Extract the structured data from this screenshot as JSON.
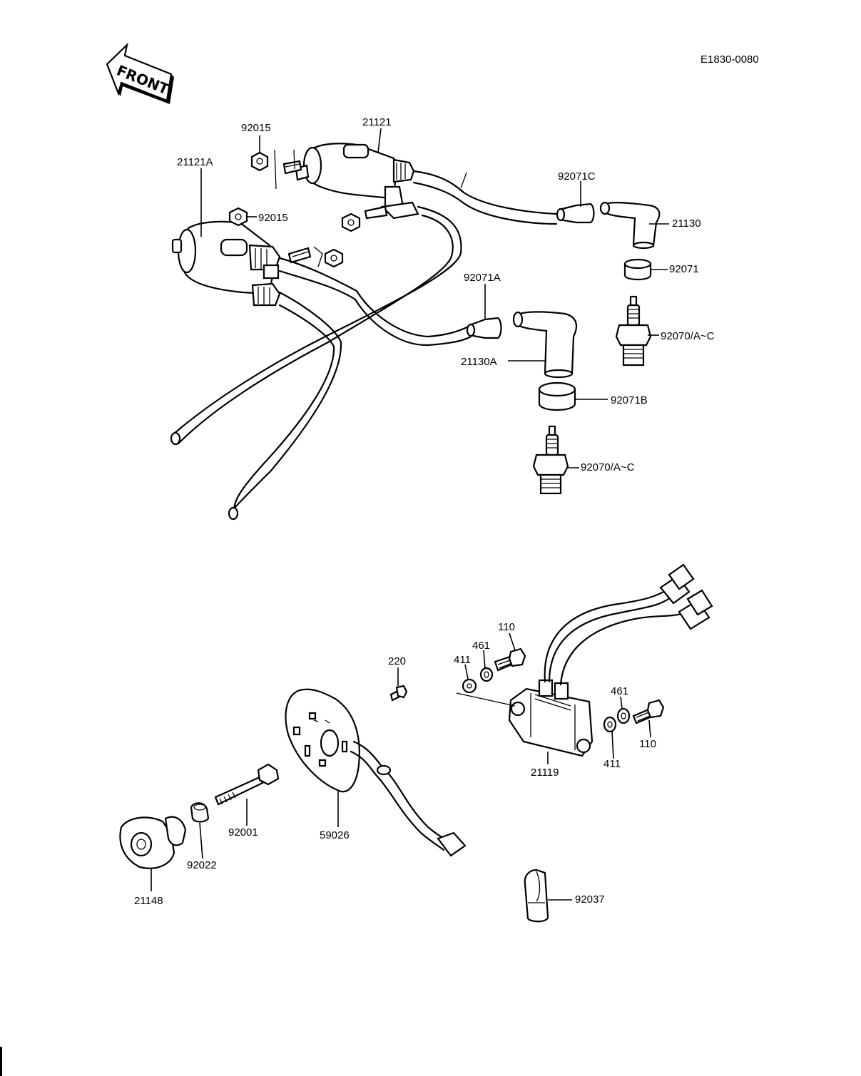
{
  "diagram_code": "E1830-0080",
  "front_label": "FRONT",
  "parts": [
    {
      "key": "p92015a",
      "number": "92015"
    },
    {
      "key": "p21121",
      "number": "21121"
    },
    {
      "key": "p21121A",
      "number": "21121A"
    },
    {
      "key": "p92015b",
      "number": "92015"
    },
    {
      "key": "p92071C",
      "number": "92071C"
    },
    {
      "key": "p21130",
      "number": "21130"
    },
    {
      "key": "p92071",
      "number": "92071"
    },
    {
      "key": "p92071A",
      "number": "92071A"
    },
    {
      "key": "p92070a",
      "number": "92070/A~C"
    },
    {
      "key": "p21130A",
      "number": "21130A"
    },
    {
      "key": "p92071B",
      "number": "92071B"
    },
    {
      "key": "p92070b",
      "number": "92070/A~C"
    },
    {
      "key": "p110a",
      "number": "110"
    },
    {
      "key": "p461a",
      "number": "461"
    },
    {
      "key": "p411a",
      "number": "411"
    },
    {
      "key": "p220",
      "number": "220"
    },
    {
      "key": "p461b",
      "number": "461"
    },
    {
      "key": "p110b",
      "number": "110"
    },
    {
      "key": "p411b",
      "number": "411"
    },
    {
      "key": "p21119",
      "number": "21119"
    },
    {
      "key": "p92001",
      "number": "92001"
    },
    {
      "key": "p59026",
      "number": "59026"
    },
    {
      "key": "p92022",
      "number": "92022"
    },
    {
      "key": "p21148",
      "number": "21148"
    },
    {
      "key": "p92037",
      "number": "92037"
    }
  ]
}
